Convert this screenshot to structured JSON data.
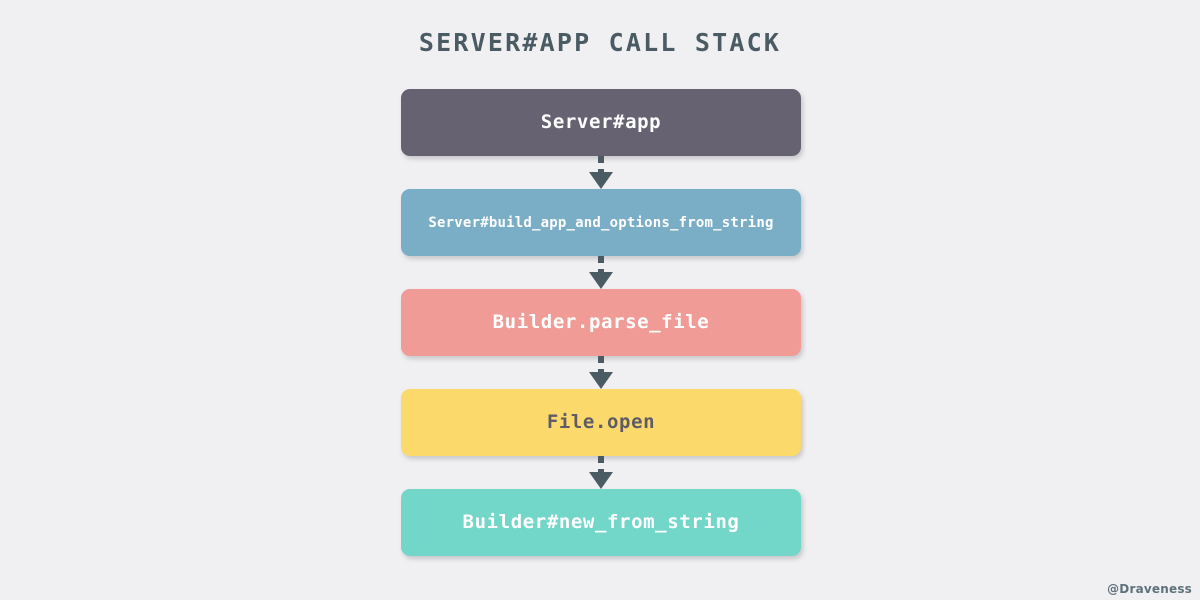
{
  "diagram": {
    "title": "SERVER#APP CALL STACK",
    "type": "flowchart-vertical-call-stack",
    "background_color": "#f0f0f2",
    "title_color": "#4a5b64",
    "connector": {
      "style": "dashed",
      "arrowhead": "solid-triangle",
      "color": "#4a5b64",
      "count": 4
    },
    "nodes": [
      {
        "id": "node-server-app",
        "label": "Server#app",
        "fill": "#666272",
        "text_color": "#ffffff",
        "label_size": "large"
      },
      {
        "id": "node-build-app-and-options-from-string",
        "label": "Server#build_app_and_options_from_string",
        "fill": "#7aadc6",
        "text_color": "#ffffff",
        "label_size": "small"
      },
      {
        "id": "node-builder-parse-file",
        "label": "Builder.parse_file",
        "fill": "#f09b96",
        "text_color": "#ffffff",
        "label_size": "large"
      },
      {
        "id": "node-file-open",
        "label": "File.open",
        "fill": "#fbd96b",
        "text_color": "#5f5c68",
        "label_size": "large"
      },
      {
        "id": "node-builder-new-from-string",
        "label": "Builder#new_from_string",
        "fill": "#72d6c9",
        "text_color": "#ffffff",
        "label_size": "large"
      }
    ]
  },
  "watermark": {
    "text": "@Draveness"
  }
}
